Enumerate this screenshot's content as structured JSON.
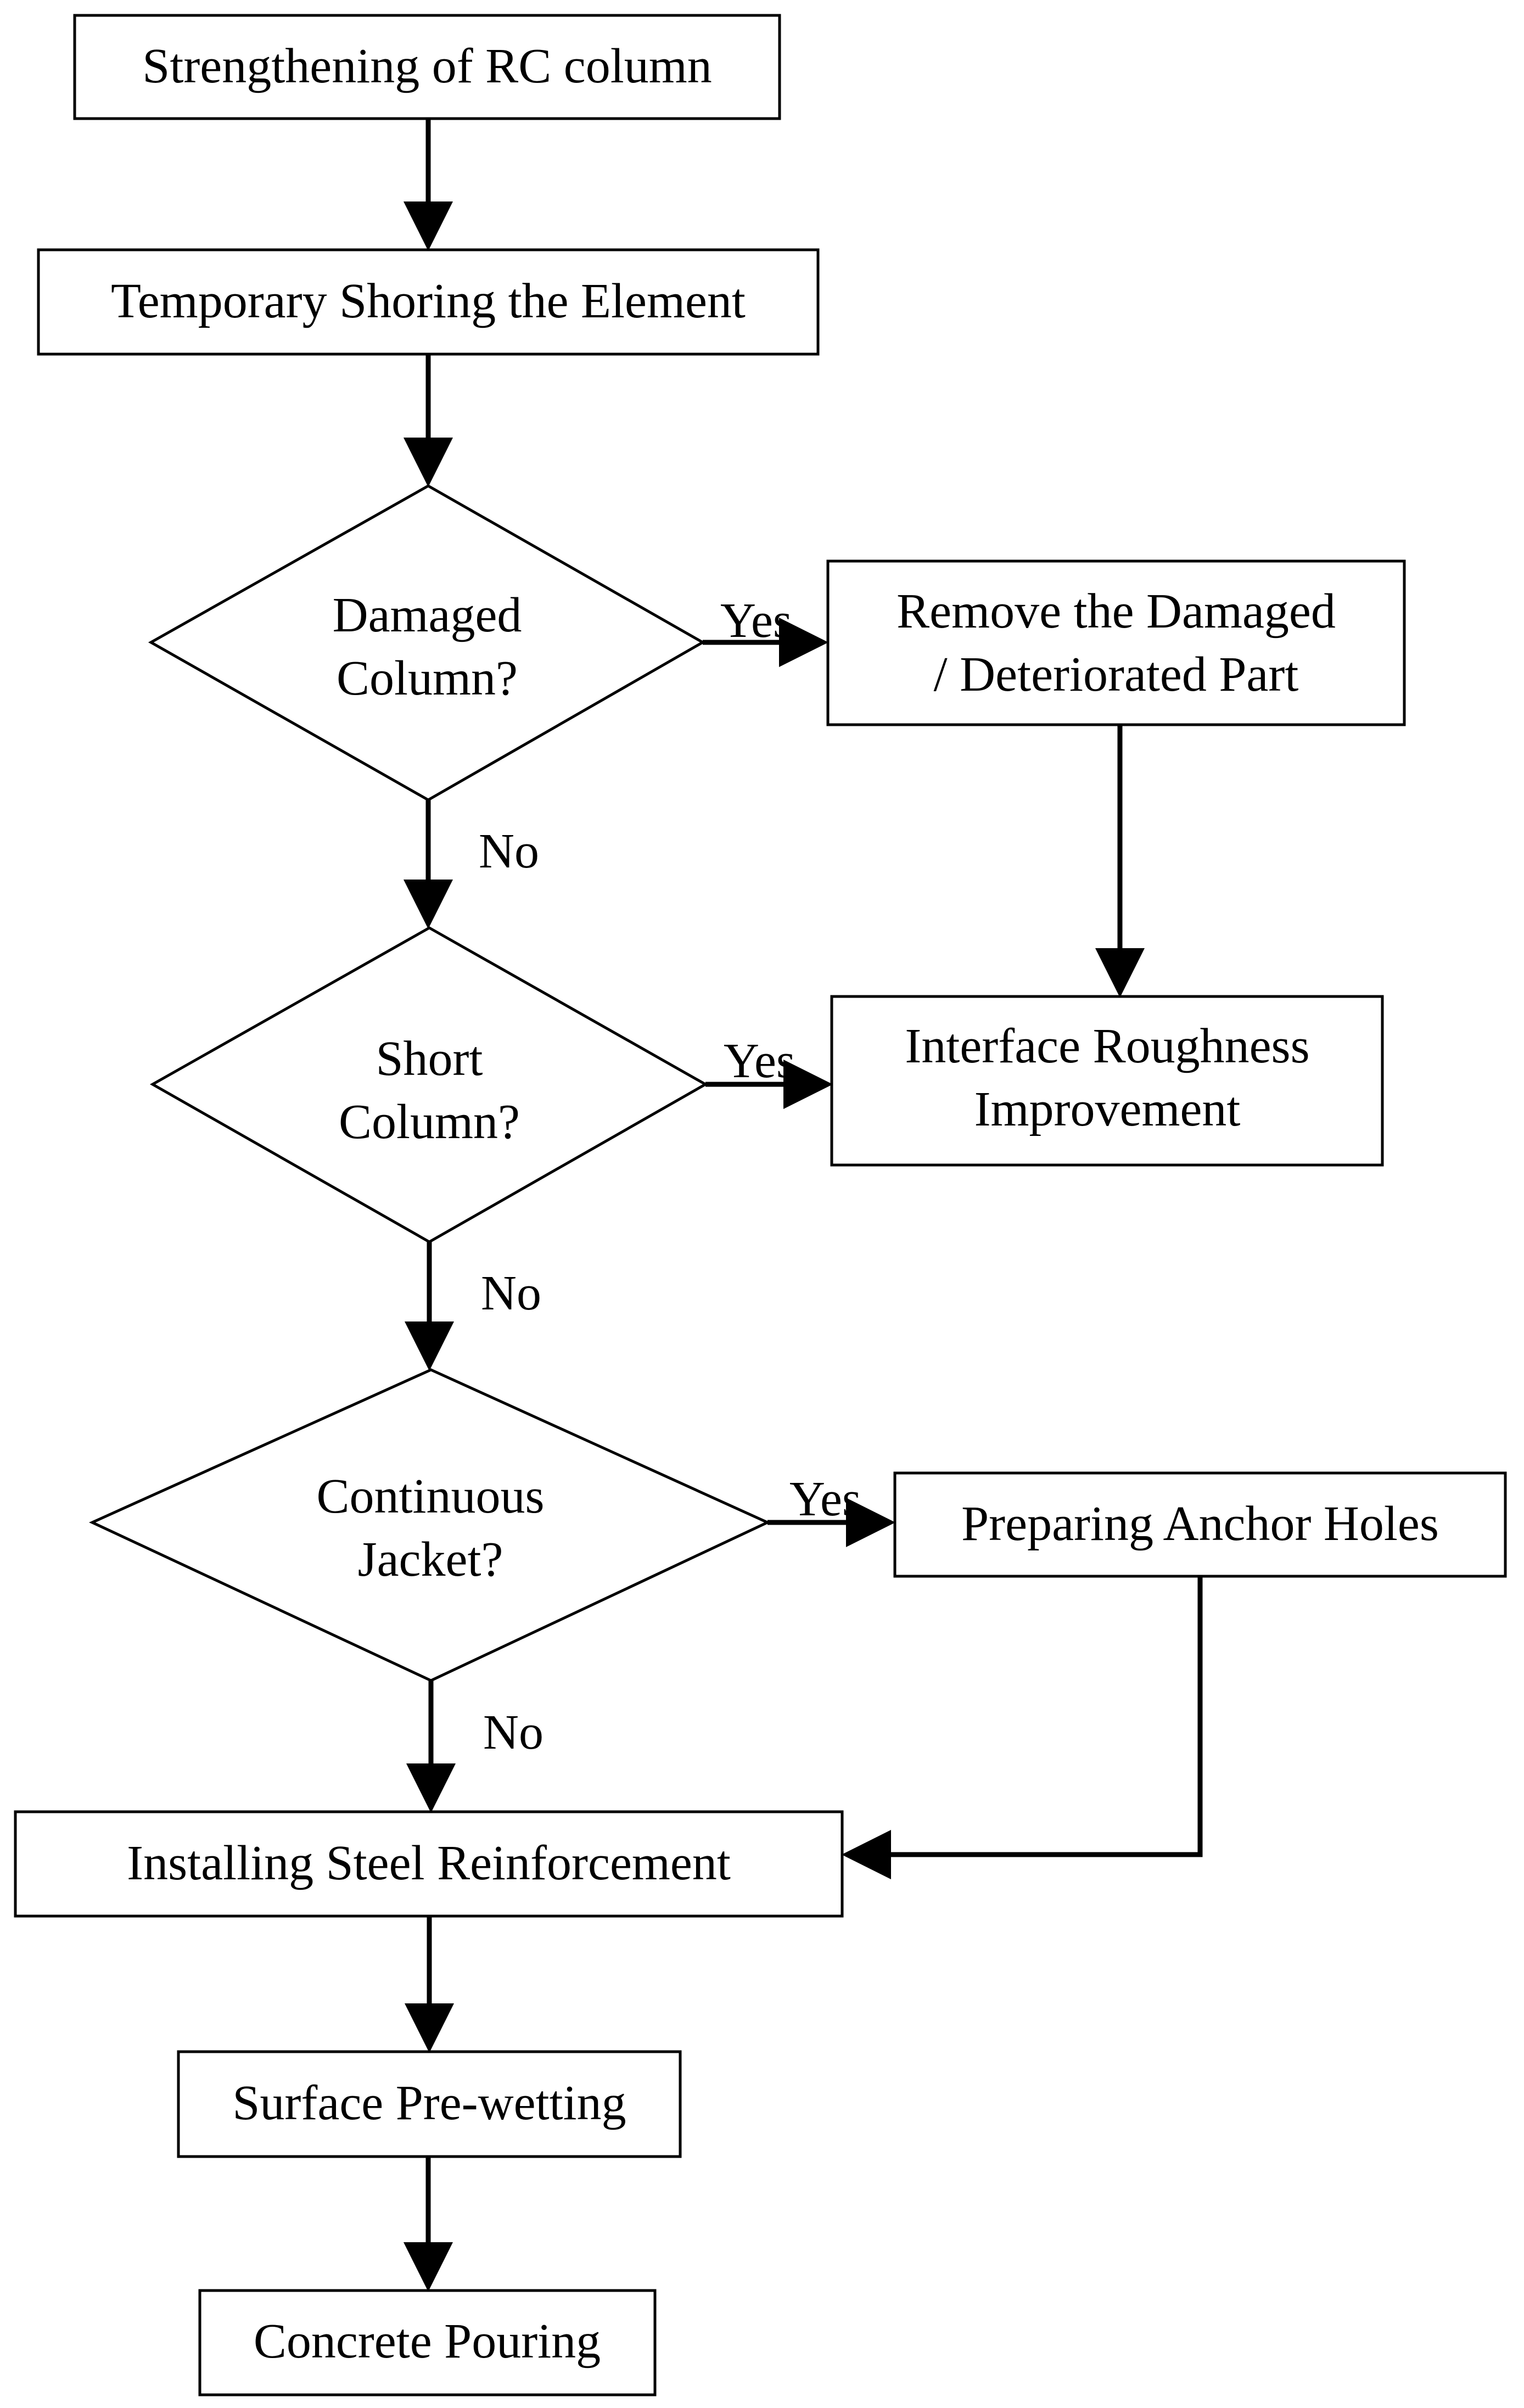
{
  "diagram": {
    "nodes": {
      "start": {
        "lines": [
          "Strengthening of RC column"
        ]
      },
      "shoring": {
        "lines": [
          "Temporary Shoring the Element"
        ]
      },
      "damaged_decision": {
        "lines": [
          "Damaged",
          "Column?"
        ]
      },
      "remove_damaged": {
        "lines": [
          "Remove the Damaged",
          "/ Deteriorated Part"
        ]
      },
      "short_decision": {
        "lines": [
          "Short",
          "Column?"
        ]
      },
      "roughness": {
        "lines": [
          "Interface Roughness",
          "Improvement"
        ]
      },
      "continuous_decision": {
        "lines": [
          "Continuous",
          "Jacket?"
        ]
      },
      "anchor_holes": {
        "lines": [
          "Preparing Anchor Holes"
        ]
      },
      "steel_reinforcement": {
        "lines": [
          "Installing Steel Reinforcement"
        ]
      },
      "prewetting": {
        "lines": [
          "Surface Pre-wetting"
        ]
      },
      "pouring": {
        "lines": [
          "Concrete Pouring"
        ]
      }
    },
    "edge_labels": {
      "damaged_yes": "Yes",
      "damaged_no": "No",
      "short_yes": "Yes",
      "short_no": "No",
      "continuous_yes": "Yes",
      "continuous_no": "No"
    }
  }
}
